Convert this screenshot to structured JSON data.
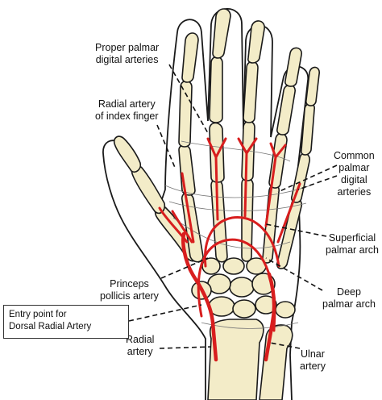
{
  "labels": {
    "proper_palmar_digital": "Proper palmar\ndigital arteries",
    "radial_index": "Radial artery\nof index finger",
    "common_palmar_digital": "Common\npalmar\ndigital\narteries",
    "superficial_arch": "Superficial\npalmar arch",
    "princeps_pollicis": "Princeps\npollicis artery",
    "deep_arch": "Deep\npalmar arch",
    "radial_artery": "Radial\nartery",
    "ulnar_artery": "Ulnar\nartery",
    "entry_point": "Entry point for\nDorsal Radial Artery"
  },
  "colors": {
    "artery": "#d81e1e",
    "bone": "#f3ecc8",
    "outline": "#1a1a1a"
  }
}
